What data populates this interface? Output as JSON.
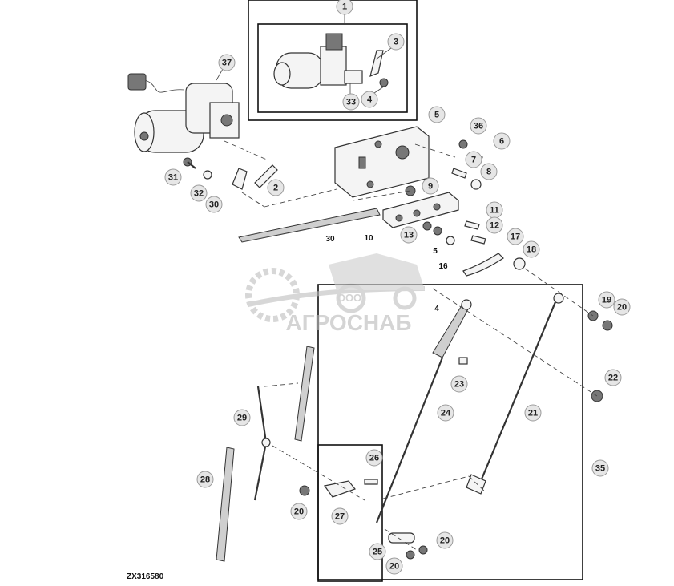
{
  "diagram": {
    "code": "ZX316580",
    "watermark": {
      "top": "ООО",
      "main": "АГРОСНАБ"
    },
    "callouts": [
      {
        "id": "c1",
        "label": "1"
      },
      {
        "id": "c3",
        "label": "3"
      },
      {
        "id": "c4",
        "label": "4"
      },
      {
        "id": "c33",
        "label": "33"
      },
      {
        "id": "c37",
        "label": "37"
      },
      {
        "id": "c5",
        "label": "5"
      },
      {
        "id": "c36",
        "label": "36"
      },
      {
        "id": "c6",
        "label": "6"
      },
      {
        "id": "c7",
        "label": "7"
      },
      {
        "id": "c8",
        "label": "8"
      },
      {
        "id": "c9",
        "label": "9"
      },
      {
        "id": "c31",
        "label": "31"
      },
      {
        "id": "c32",
        "label": "32"
      },
      {
        "id": "c30",
        "label": "30"
      },
      {
        "id": "c2",
        "label": "2"
      },
      {
        "id": "c11",
        "label": "11"
      },
      {
        "id": "c12",
        "label": "12"
      },
      {
        "id": "c13",
        "label": "13"
      },
      {
        "id": "c17",
        "label": "17"
      },
      {
        "id": "c18",
        "label": "18"
      },
      {
        "id": "c19",
        "label": "19"
      },
      {
        "id": "c20a",
        "label": "20"
      },
      {
        "id": "c22",
        "label": "22"
      },
      {
        "id": "c23",
        "label": "23"
      },
      {
        "id": "c24",
        "label": "24"
      },
      {
        "id": "c21",
        "label": "21"
      },
      {
        "id": "c29",
        "label": "29"
      },
      {
        "id": "c26",
        "label": "26"
      },
      {
        "id": "c35",
        "label": "35"
      },
      {
        "id": "c28",
        "label": "28"
      },
      {
        "id": "c20b",
        "label": "20"
      },
      {
        "id": "c27",
        "label": "27"
      },
      {
        "id": "c20c",
        "label": "20"
      },
      {
        "id": "c25",
        "label": "25"
      },
      {
        "id": "c20d",
        "label": "20"
      }
    ],
    "plain_labels": [
      {
        "id": "t30",
        "label": "30"
      },
      {
        "id": "t10",
        "label": "10"
      },
      {
        "id": "t5",
        "label": "5"
      },
      {
        "id": "t16",
        "label": "16"
      },
      {
        "id": "t4",
        "label": "4"
      }
    ]
  }
}
